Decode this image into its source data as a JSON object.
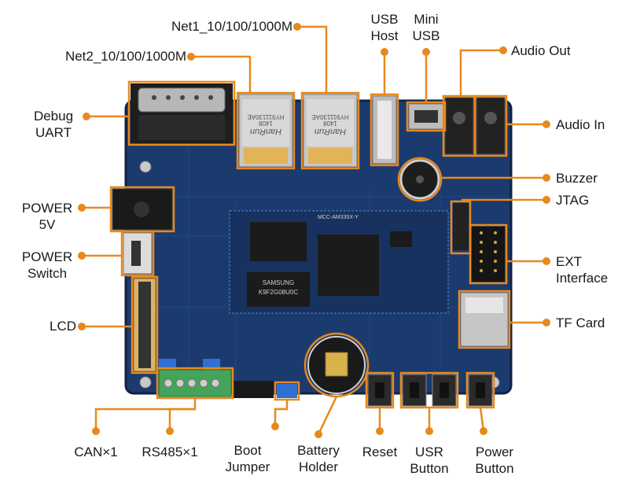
{
  "diagram": {
    "colors": {
      "accent": "#e8891c",
      "board": "#1b3a6e",
      "board_edge": "#0f2244",
      "text": "#1a1a1a"
    },
    "labels": {
      "net1": "Net1_10/100/1000M",
      "net2": "Net2_10/100/1000M",
      "usb_host": "USB\nHost",
      "mini_usb": "Mini\nUSB",
      "audio_out": "Audio Out",
      "audio_in": "Audio In",
      "buzzer": "Buzzer",
      "jtag": "JTAG",
      "ext_interface": "EXT\nInterface",
      "tf_card": "TF Card",
      "debug_uart": "Debug\nUART",
      "power_5v": "POWER\n5V",
      "power_switch": "POWER\nSwitch",
      "lcd": "LCD",
      "can": "CAN×1",
      "rs485": "RS485×1",
      "boot_jumper": "Boot\nJumper",
      "battery_holder": "Battery\nHolder",
      "reset": "Reset",
      "usr_button": "USR\nButton",
      "power_button": "Power\nButton"
    },
    "chip_markings": {
      "eth_jack_brand": "HanRun",
      "eth_jack_part": "HY911130AE",
      "eth_jack_code": "1408",
      "nand_brand": "SAMSUNG",
      "nand_part": "K9F2G08U0C",
      "board_model": "MCC-AM335X-Y"
    }
  }
}
